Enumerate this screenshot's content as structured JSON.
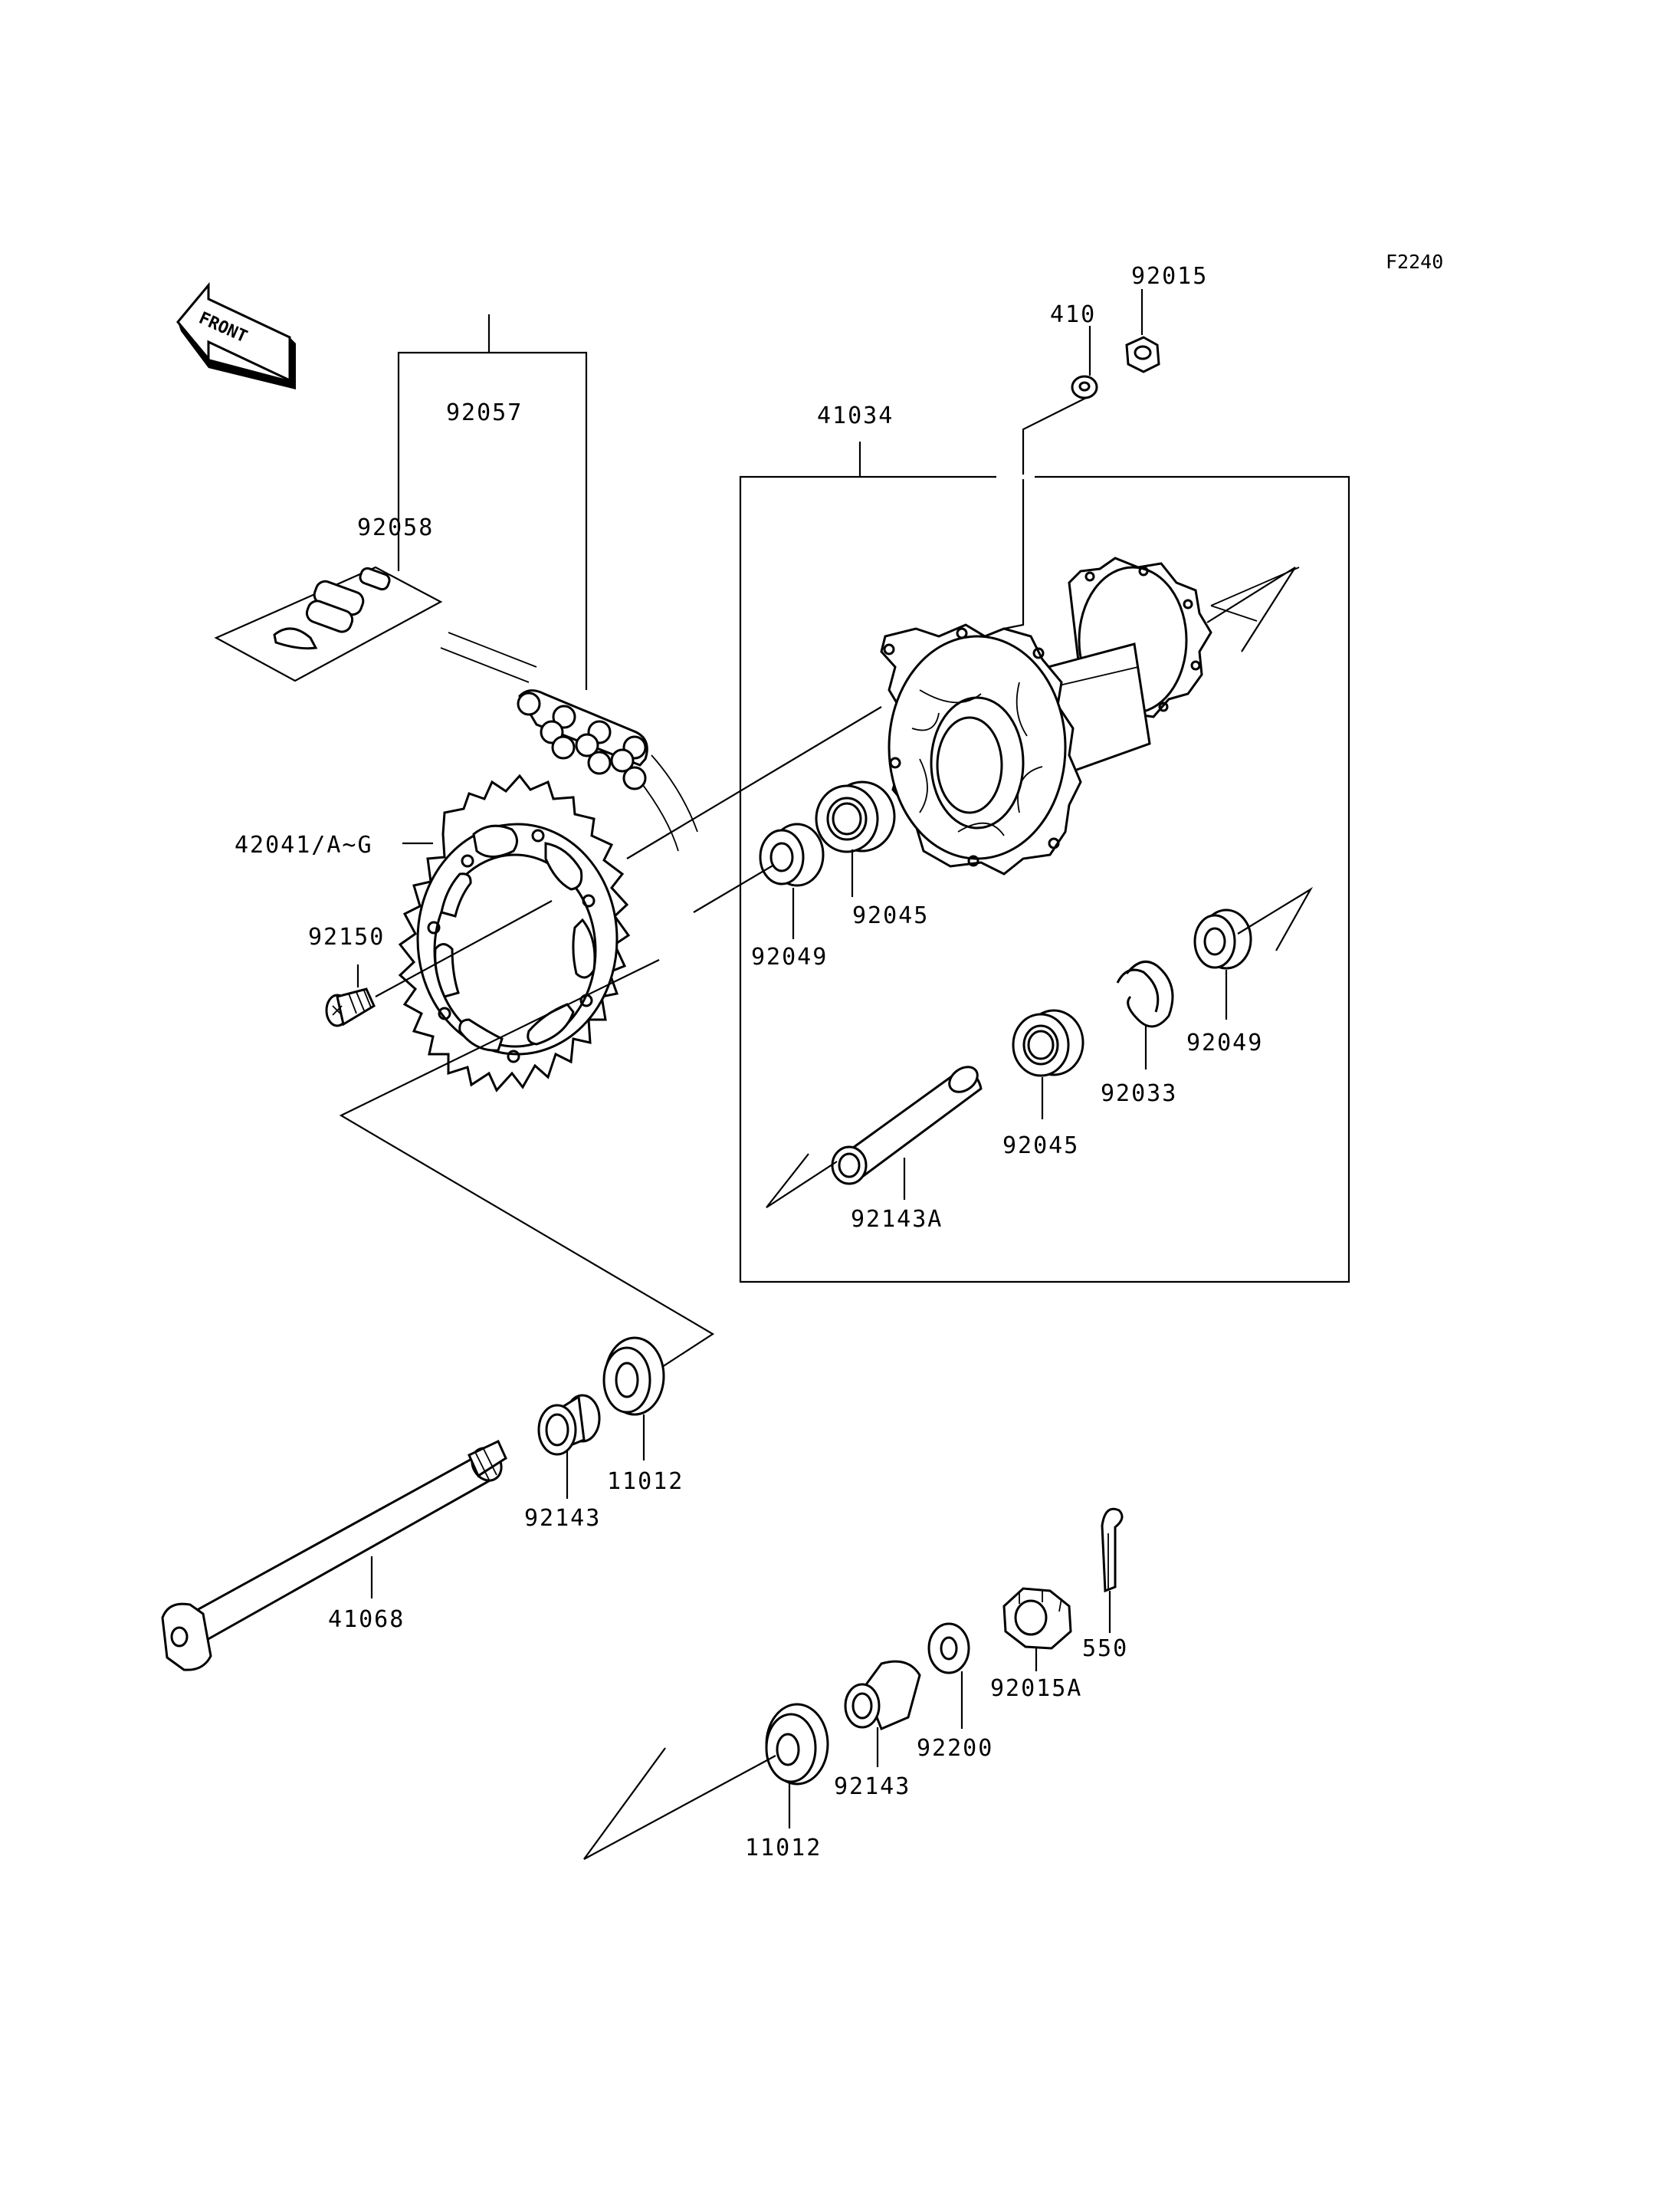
{
  "figure_code": "F2240",
  "direction_label": "FRONT",
  "parts": {
    "p92015": "92015",
    "p410": "410",
    "p41034": "41034",
    "p92057": "92057",
    "p92058": "92058",
    "p42041": "42041/A~G",
    "p92150": "92150",
    "p92049_a": "92049",
    "p92045_a": "92045",
    "p92049_b": "92049",
    "p92033": "92033",
    "p92045_b": "92045",
    "p92143A": "92143A",
    "p11012_a": "11012",
    "p92143_a": "92143",
    "p41068": "41068",
    "p550": "550",
    "p92015A": "92015A",
    "p92200": "92200",
    "p92143_b": "92143",
    "p11012_b": "11012"
  }
}
